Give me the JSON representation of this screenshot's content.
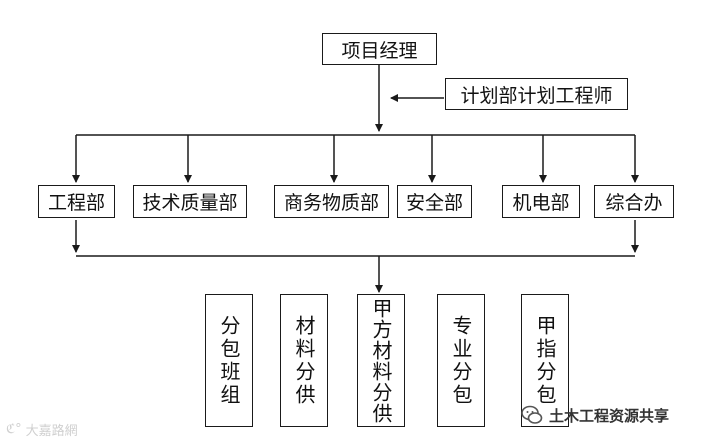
{
  "manager": "项目经理",
  "planner": "计划部计划工程师",
  "departments": [
    "工程部",
    "技术质量部",
    "商务物质部",
    "安全部",
    "机电部",
    "综合办"
  ],
  "subcontracts": [
    "分包班组",
    "材料分供",
    "甲方材料分供",
    "专业分包",
    "甲指分包"
  ],
  "watermark_left": "大嘉路網",
  "watermark_right": "土木工程资源共享",
  "colors": {
    "line": "#1a1a1a",
    "text": "#111111",
    "background": "#ffffff"
  }
}
